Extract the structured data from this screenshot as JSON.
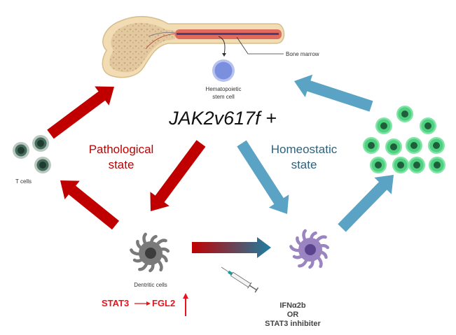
{
  "title": "JAK2v617f +",
  "bone_marrow_label": "Bone marrow",
  "hsc_label_line1": "Hematopoietic",
  "hsc_label_line2": "stem cell",
  "t_cells_label": "T cells",
  "pathological_line1": "Pathological",
  "pathological_line2": "state",
  "homeostatic_line1": "Homeostatic",
  "homeostatic_line2": "state",
  "dendritic_label": "Dentritic cells",
  "stat3": "STAT3",
  "fgl2": "FGL2",
  "treatment_line1": "IFNα2b",
  "treatment_line2": "OR",
  "treatment_line3": "STAT3 inhibiter",
  "colors": {
    "pathological": "#c00000",
    "homeostatic": "#5ba3c4",
    "homeostatic_text": "#31607a",
    "green_cell": "#5fd88c",
    "red_text": "#e8141c"
  }
}
